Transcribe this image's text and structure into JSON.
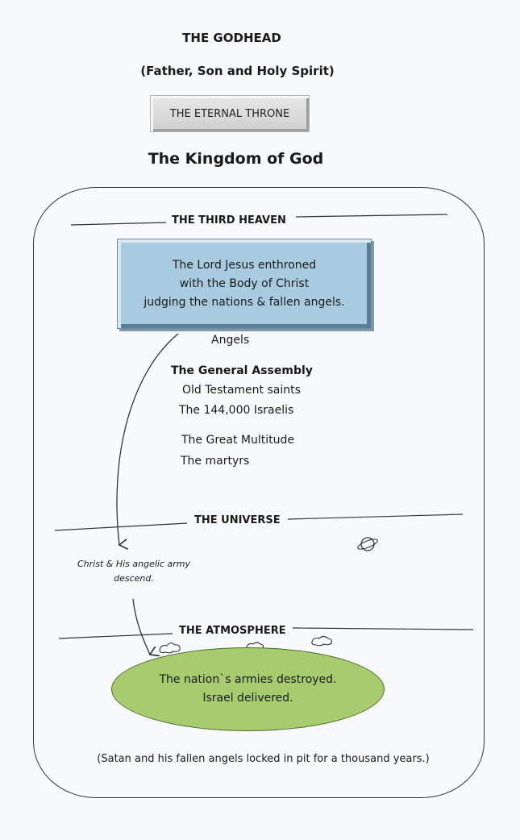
{
  "header": {
    "title": "THE GODHEAD",
    "subtitle": "(Father, Son and Holy Spirit)",
    "throne": "THE ETERNAL THRONE",
    "kingdom": "The Kingdom of God"
  },
  "third_heaven": {
    "label": "THE THIRD HEAVEN",
    "throne_lines": [
      "The Lord Jesus enthroned",
      "with the Body of Christ",
      "judging the nations & fallen angels."
    ],
    "angels": "Angels",
    "assembly_title": "The General Assembly",
    "assembly_items": [
      "Old Testament saints",
      "The 144,000 Israelis",
      "The Great Multitude",
      "The martyrs"
    ]
  },
  "universe": {
    "label": "THE UNIVERSE",
    "descent_lines": [
      "Christ & His angelic army",
      "descend."
    ]
  },
  "atmosphere": {
    "label": "THE ATMOSPHERE",
    "result_lines": [
      "The nation`s armies destroyed.",
      "Israel delivered."
    ]
  },
  "footer_note": "(Satan and his fallen angels locked in pit for a thousand years.)"
}
